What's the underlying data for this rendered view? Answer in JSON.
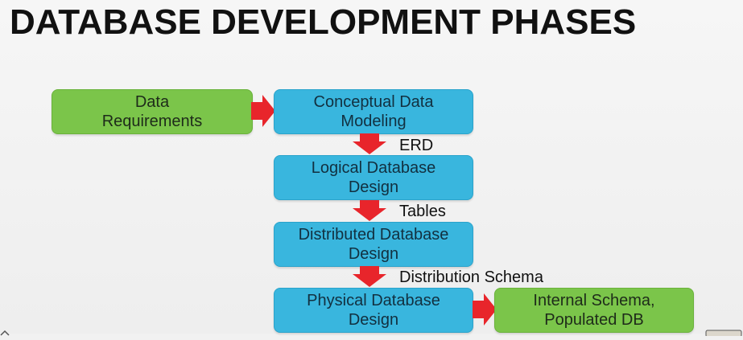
{
  "title": "DATABASE DEVELOPMENT PHASES",
  "colors": {
    "input_output_box": "#7bc54a",
    "phase_box": "#39b6de",
    "arrow": "#e8252b"
  },
  "nodes": {
    "data_requirements": "Data\nRequirements",
    "conceptual_modeling": "Conceptual Data\nModeling",
    "logical_design": "Logical Database\nDesign",
    "distributed_design": "Distributed Database\nDesign",
    "physical_design": "Physical Database\nDesign",
    "internal_schema": "Internal Schema,\nPopulated DB"
  },
  "edges": {
    "erd": "ERD",
    "tables": "Tables",
    "distribution_schema": "Distribution Schema"
  }
}
